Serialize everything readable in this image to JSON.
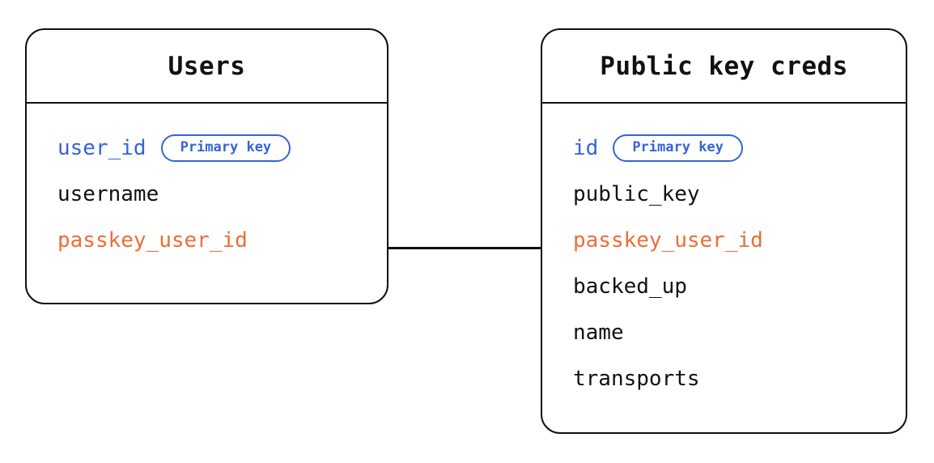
{
  "diagram": {
    "type": "entity-relationship-diagram",
    "background": "#ffffff",
    "colors": {
      "stroke": "#111111",
      "primary_key": "#3465d8",
      "foreign_key": "#ee6d35",
      "text": "#111111"
    }
  },
  "entities": [
    {
      "id": "users",
      "title": "Users",
      "fields": [
        {
          "name": "user_id",
          "role": "primary",
          "badge": "Primary key"
        },
        {
          "name": "username",
          "role": "plain",
          "badge": null
        },
        {
          "name": "passkey_user_id",
          "role": "foreign",
          "badge": null
        }
      ]
    },
    {
      "id": "public-key-creds",
      "title": "Public key creds",
      "fields": [
        {
          "name": "id",
          "role": "primary",
          "badge": "Primary key"
        },
        {
          "name": "public_key",
          "role": "plain",
          "badge": null
        },
        {
          "name": "passkey_user_id",
          "role": "foreign",
          "badge": null
        },
        {
          "name": "backed_up",
          "role": "plain",
          "badge": null
        },
        {
          "name": "name",
          "role": "plain",
          "badge": null
        },
        {
          "name": "transports",
          "role": "plain",
          "badge": null
        }
      ]
    }
  ],
  "relationships": [
    {
      "from": "users.passkey_user_id",
      "to": "public-key-creds.passkey_user_id",
      "style": "solid"
    }
  ]
}
